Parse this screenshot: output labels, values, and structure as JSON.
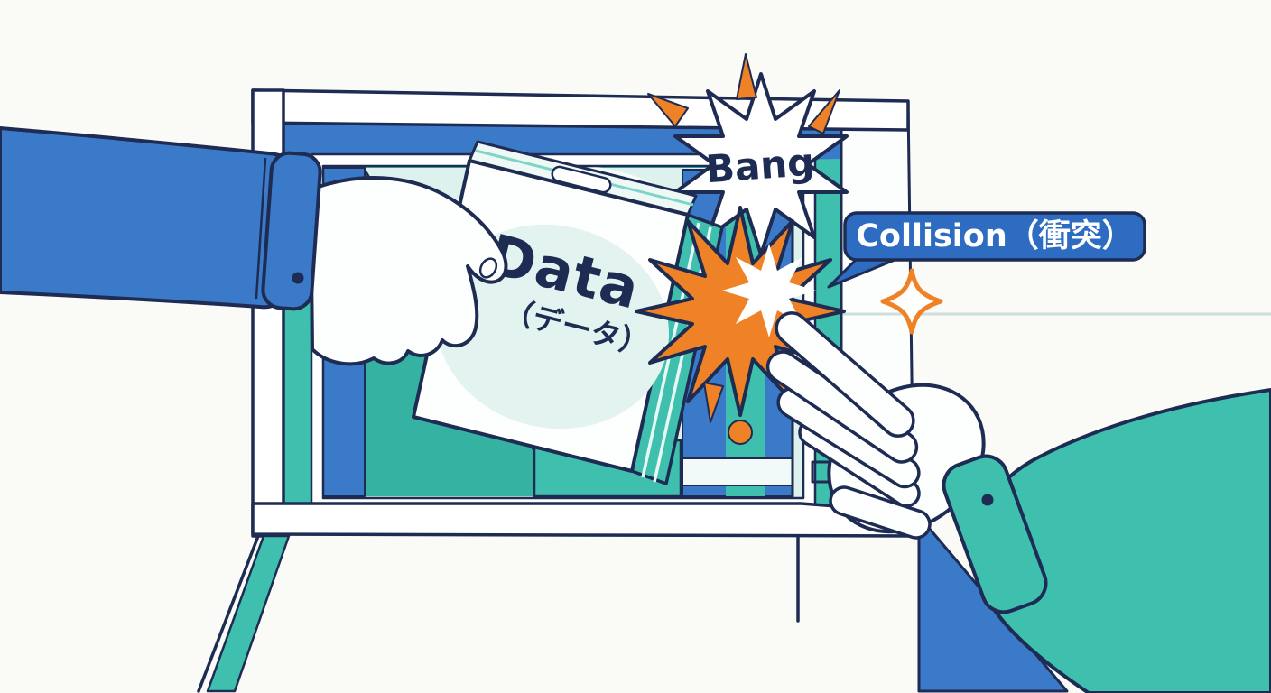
{
  "illustration": {
    "book": {
      "title": "Data",
      "subtitle": "（データ）"
    },
    "labels": {
      "bang": "Bang",
      "collision": "Collision（衝突）"
    }
  },
  "colors": {
    "background": "#fafaf7",
    "navy": "#1e2b52",
    "blue": "#3b7ac9",
    "badge_blue": "#2e6cc2",
    "teal": "#3fbfae",
    "teal_dark": "#35b2a1",
    "mint": "#ddf1ed",
    "orange": "#ef8226",
    "white": "#ffffff"
  }
}
